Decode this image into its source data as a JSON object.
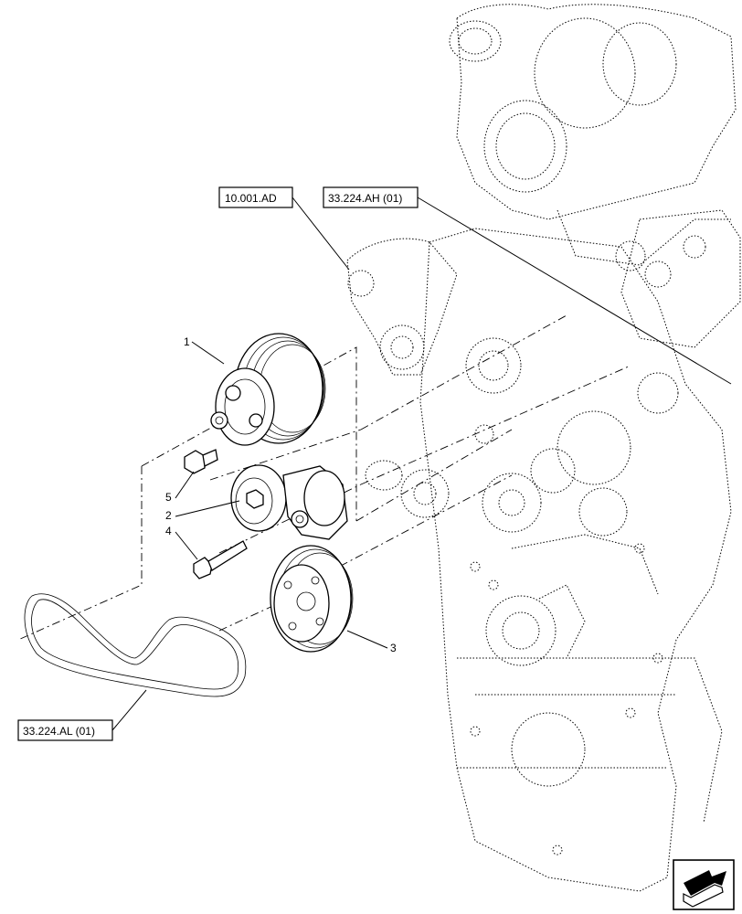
{
  "references": [
    {
      "id": "ref-engine-mount",
      "text": "10.001.AD"
    },
    {
      "id": "ref-compressor",
      "text": "33.224.AH (01)"
    },
    {
      "id": "ref-belt",
      "text": "33.224.AL (01)"
    }
  ],
  "callouts": [
    {
      "num": "1"
    },
    {
      "num": "5"
    },
    {
      "num": "2"
    },
    {
      "num": "4"
    },
    {
      "num": "3"
    }
  ],
  "nav_icon": "next-page-arrow-icon"
}
